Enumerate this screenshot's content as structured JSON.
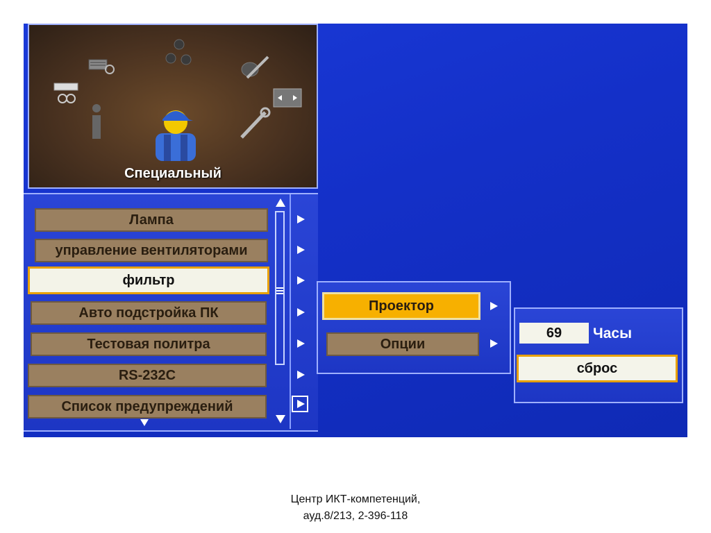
{
  "header": {
    "title": "Специальный",
    "icons": [
      "projector-settings-icon",
      "color-balls-icon",
      "brush-icon",
      "connection-icon",
      "info-icon",
      "user-icon",
      "wrench-icon",
      "picture-position-icon"
    ]
  },
  "menu": {
    "items": [
      {
        "label": "Лампа"
      },
      {
        "label": "управление вентиляторами"
      },
      {
        "label": "фильтр"
      },
      {
        "label": "Авто подстройка ПК"
      },
      {
        "label": "Тестовая политра"
      },
      {
        "label": "RS-232C"
      },
      {
        "label": "Список предупреждений"
      }
    ],
    "selected_index": 2
  },
  "submenu": {
    "items": [
      {
        "label": "Проектор"
      },
      {
        "label": "Опции"
      }
    ]
  },
  "detail": {
    "hours_value": "69",
    "hours_label": "Часы",
    "reset_label": "сброс"
  },
  "footer": {
    "line1": "Центр ИКТ-компетенций,",
    "line2": "ауд.8/213, 2-396-118"
  },
  "colors": {
    "screen_blue": "#1430c8",
    "item_tan": "#9a8060",
    "highlight_orange": "#f7b000",
    "selected_bg": "#f3f3e8"
  }
}
